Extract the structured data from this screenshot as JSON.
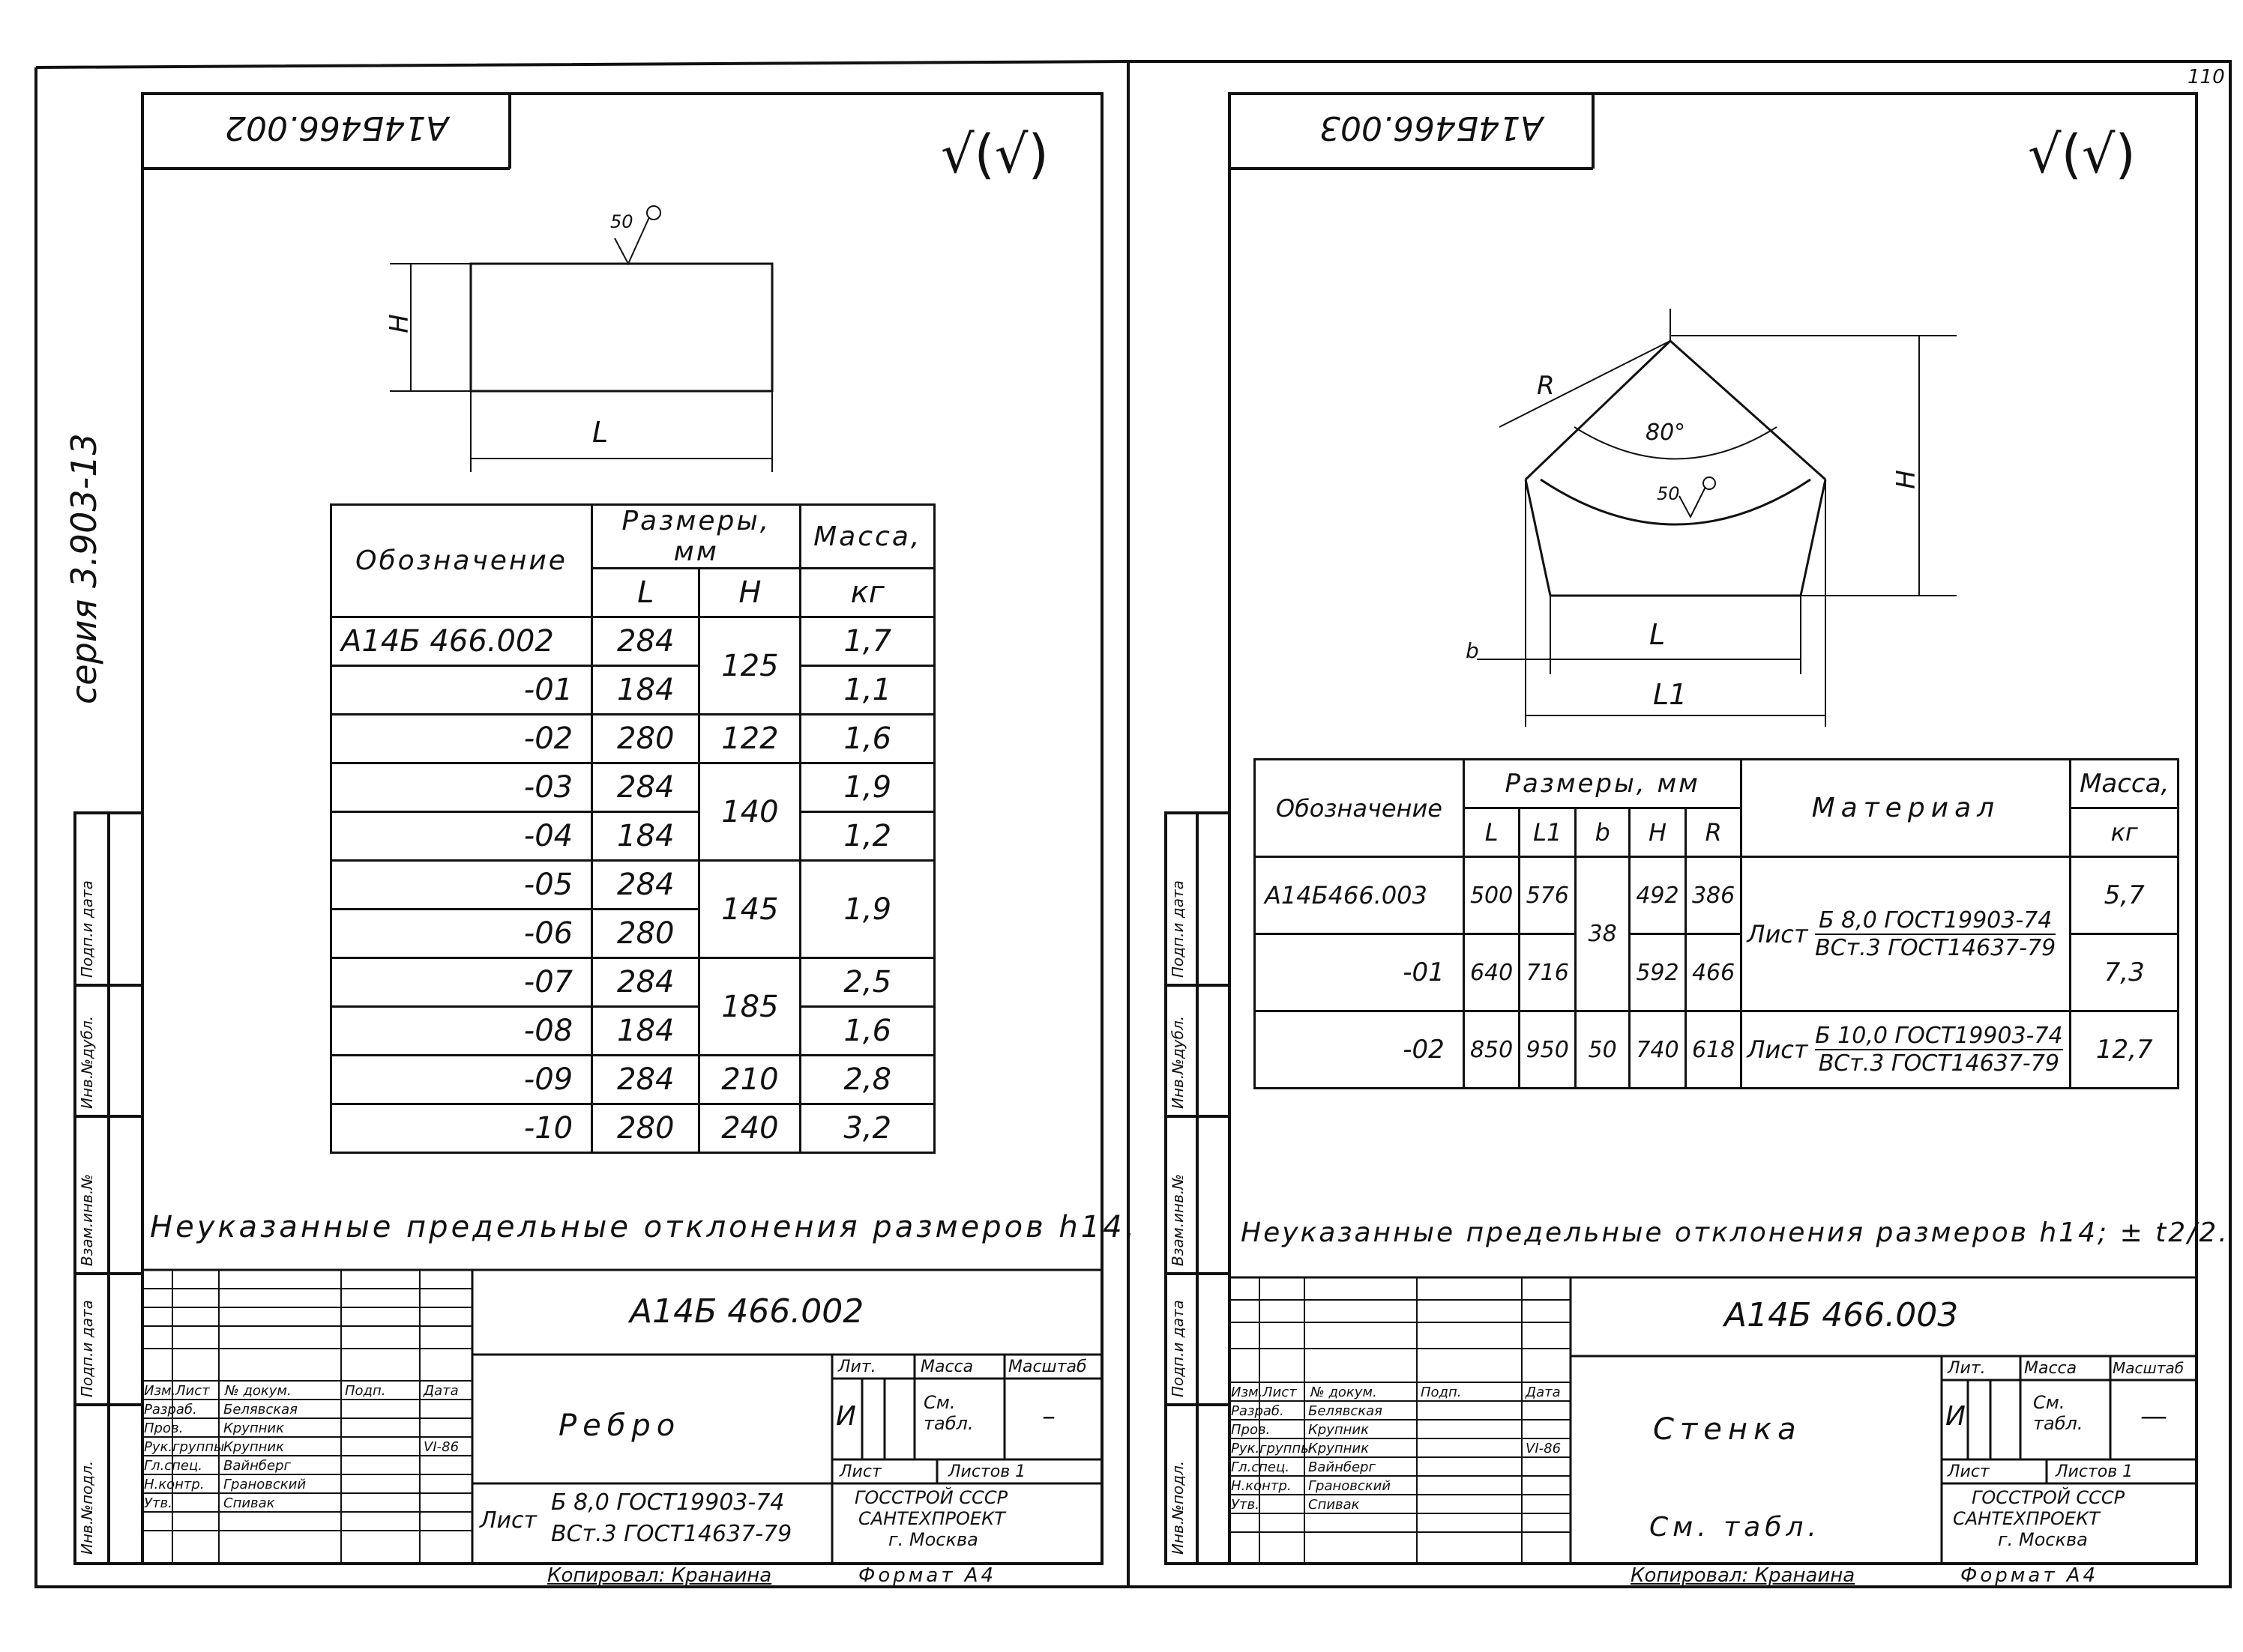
{
  "series_label": "серия 3.903-13",
  "sheet_number": "110",
  "side_labels": [
    "Инв.№подл.",
    "Подп.и дата",
    "Взам.инв.№",
    "Инв.№дубл.",
    "Подп.и дата"
  ],
  "left": {
    "top_code": "А14Б466.002",
    "roughness": "√(√)",
    "roughness_mark": "50",
    "dim_H": "H",
    "dim_L": "L",
    "table_headers": {
      "designation": "Обозначение",
      "sizes": "Размеры, мм",
      "mass": "Масса,",
      "mass_unit": "кг",
      "L": "L",
      "H": "H"
    },
    "rows": [
      {
        "des": "А14Б 466.002",
        "L": "284",
        "H": "125",
        "mass": "1,7"
      },
      {
        "des": "-01",
        "L": "184",
        "H": "",
        "mass": "1,1"
      },
      {
        "des": "-02",
        "L": "280",
        "H": "122",
        "mass": "1,6"
      },
      {
        "des": "-03",
        "L": "284",
        "H": "140",
        "mass": "1,9"
      },
      {
        "des": "-04",
        "L": "184",
        "H": "",
        "mass": "1,2"
      },
      {
        "des": "-05",
        "L": "284",
        "H": "145",
        "mass": "1,9"
      },
      {
        "des": "-06",
        "L": "280",
        "H": "",
        "mass": ""
      },
      {
        "des": "-07",
        "L": "284",
        "H": "185",
        "mass": "2,5"
      },
      {
        "des": "-08",
        "L": "184",
        "H": "",
        "mass": "1,6"
      },
      {
        "des": "-09",
        "L": "284",
        "H": "210",
        "mass": "2,8"
      },
      {
        "des": "-10",
        "L": "280",
        "H": "240",
        "mass": "3,2"
      }
    ],
    "note": "Неуказанные предельные отклонения размеров h14.",
    "stamp": {
      "code": "А14Б 466.002",
      "title": "Ребро",
      "material_label": "Лист",
      "material_1": "Б 8,0 ГОСТ19903-74",
      "material_2": "ВСт.3 ГОСТ14637-79",
      "lit": "Лит.",
      "lit_val": "И",
      "mass": "Масса",
      "mass_val": "См. табл.",
      "scale": "Масштаб",
      "scale_val": "–",
      "sheet": "Лист",
      "sheets": "Листов 1",
      "org_1": "ГОССТРОЙ СССР",
      "org_2": "САНТЕХПРОЕКТ",
      "org_3": "г. Москва",
      "roles": [
        "Изм.",
        "Лист",
        "№ докум.",
        "Подп.",
        "Дата"
      ],
      "people": [
        {
          "role": "Разраб.",
          "name": "Белявская"
        },
        {
          "role": "Пров.",
          "name": "Крупник"
        },
        {
          "role": "Рук.группы",
          "name": "Крупник"
        },
        {
          "role": "Гл.спец.",
          "name": "Вайнберг"
        },
        {
          "role": "Н.контр.",
          "name": "Грановский"
        },
        {
          "role": "Утв.",
          "name": "Спивак"
        }
      ],
      "date_1": "VI-86",
      "copied": "Копировал: Кранаина",
      "format": "Формат А4"
    }
  },
  "right": {
    "top_code": "А14Б466.003",
    "roughness": "√(√)",
    "roughness_mark": "50",
    "angle": "80°",
    "dim_R": "R",
    "dim_H": "H",
    "dim_L": "L",
    "dim_L1": "L1",
    "dim_b": "b",
    "table_headers": {
      "designation": "Обозначение",
      "sizes": "Размеры, мм",
      "material": "Материал",
      "mass": "Масса,",
      "mass_unit": "кг",
      "L": "L",
      "L1": "L1",
      "b": "b",
      "H": "H",
      "R": "R"
    },
    "rows": [
      {
        "des": "А14Б466.003",
        "L": "500",
        "L1": "576",
        "b": "38",
        "H": "492",
        "R": "386",
        "mat_label": "Лист",
        "mat_1": "Б 8,0 ГОСТ19903-74",
        "mat_2": "ВСт.3 ГОСТ14637-79",
        "mass": "5,7"
      },
      {
        "des": "-01",
        "L": "640",
        "L1": "716",
        "b": "",
        "H": "592",
        "R": "466",
        "mat_label": "",
        "mat_1": "",
        "mat_2": "",
        "mass": "7,3"
      },
      {
        "des": "-02",
        "L": "850",
        "L1": "950",
        "b": "50",
        "H": "740",
        "R": "618",
        "mat_label": "Лист",
        "mat_1": "Б 10,0 ГОСТ19903-74",
        "mat_2": "ВСт.3 ГОСТ14637-79",
        "mass": "12,7"
      }
    ],
    "note": "Неуказанные предельные отклонения размеров h14; ± t2/2.",
    "stamp": {
      "code": "А14Б 466.003",
      "title": "Стенка",
      "material": "См. табл.",
      "lit": "Лит.",
      "lit_val": "И",
      "mass": "Масса",
      "mass_val": "См. табл.",
      "scale": "Масштаб",
      "scale_val": "—",
      "sheet": "Лист",
      "sheets": "Листов 1",
      "org_1": "ГОССТРОЙ СССР",
      "org_2": "САНТЕХПРОЕКТ",
      "org_3": "г. Москва",
      "roles": [
        "Изм.",
        "Лист",
        "№ докум.",
        "Подп.",
        "Дата"
      ],
      "people": [
        {
          "role": "Разраб.",
          "name": "Белявская"
        },
        {
          "role": "Пров.",
          "name": "Крупник"
        },
        {
          "role": "Рук.группы",
          "name": "Крупник"
        },
        {
          "role": "Гл.спец.",
          "name": "Вайнберг"
        },
        {
          "role": "Н.контр.",
          "name": "Грановский"
        },
        {
          "role": "Утв.",
          "name": "Спивак"
        }
      ],
      "date_1": "VI-86",
      "copied": "Копировал: Кранаина",
      "format": "Формат А4"
    }
  }
}
